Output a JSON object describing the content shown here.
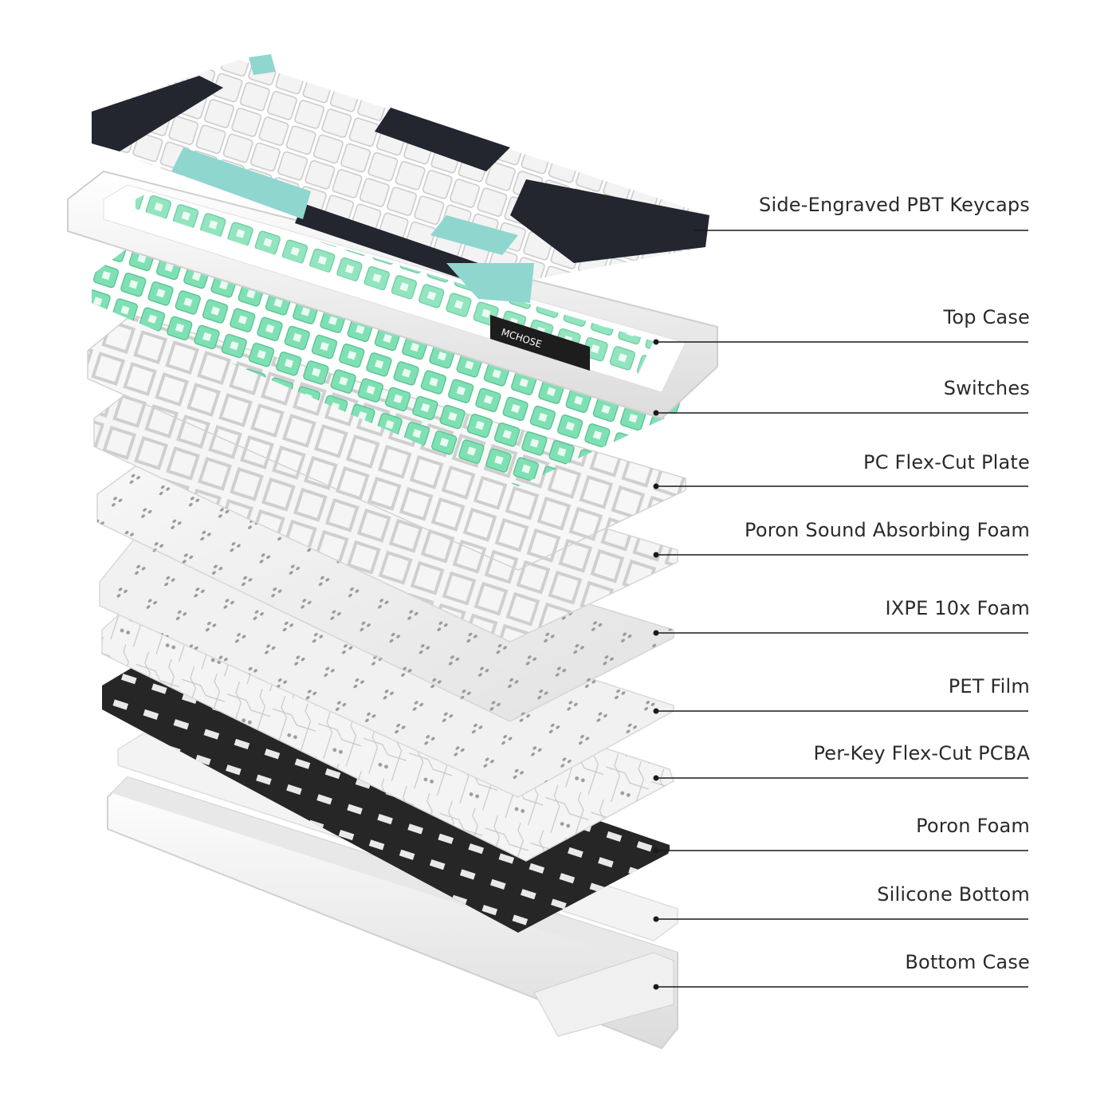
{
  "diagram": {
    "brand": "MCHOSE",
    "colors": {
      "background": "#ffffff",
      "keycap_dark": "#23252f",
      "keycap_white": "#f1f1f1",
      "keycap_mint": "#8fd6cf",
      "switch_green": "#7fe0b4",
      "case_white": "#f4f4f4",
      "plate_white": "#efefef",
      "foam_black": "#262626",
      "leader_line": "#1a1a1a"
    },
    "layers": [
      {
        "id": "keycaps",
        "label": "Side-Engraved PBT Keycaps"
      },
      {
        "id": "top-case",
        "label": "Top Case"
      },
      {
        "id": "switches",
        "label": "Switches"
      },
      {
        "id": "plate",
        "label": "PC Flex-Cut Plate"
      },
      {
        "id": "poron-sound-foam",
        "label": "Poron Sound Absorbing Foam"
      },
      {
        "id": "ixpe-foam",
        "label": "IXPE 10x Foam"
      },
      {
        "id": "pet-film",
        "label": "PET Film"
      },
      {
        "id": "pcba",
        "label": "Per-Key Flex-Cut PCBA"
      },
      {
        "id": "poron-foam",
        "label": "Poron Foam"
      },
      {
        "id": "silicone-bottom",
        "label": "Silicone Bottom"
      },
      {
        "id": "bottom-case",
        "label": "Bottom Case"
      }
    ]
  }
}
